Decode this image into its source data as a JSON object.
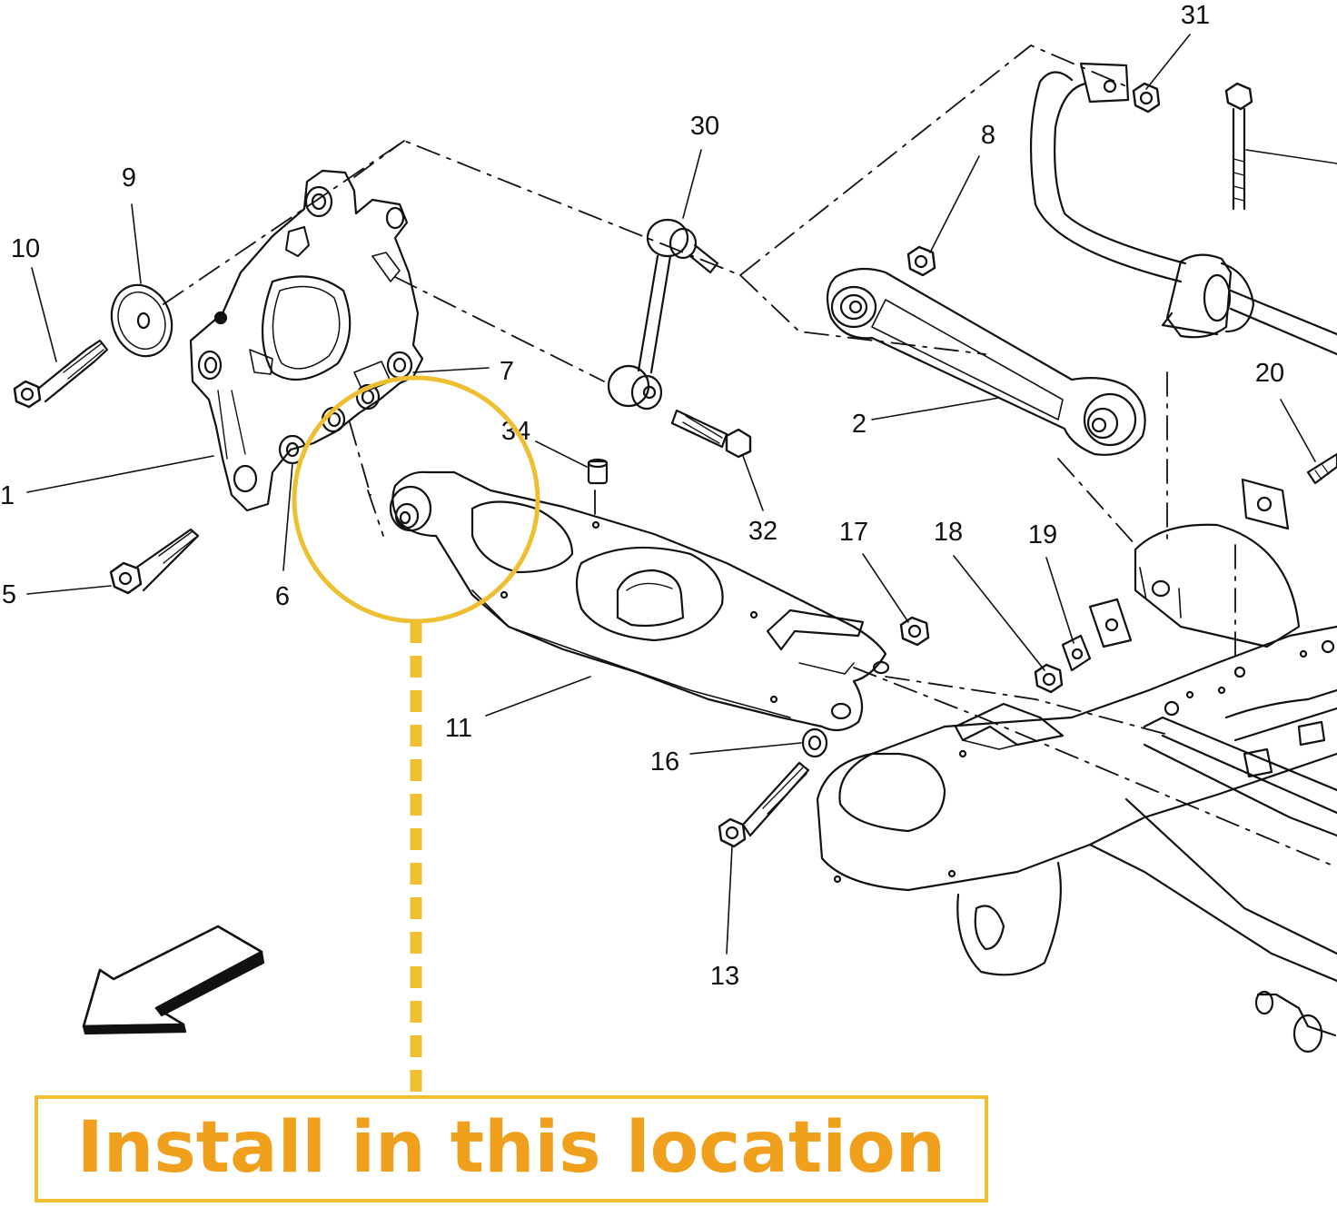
{
  "diagram": {
    "part_numbers": [
      "1",
      "2",
      "5",
      "6",
      "7",
      "8",
      "9",
      "10",
      "11",
      "13",
      "16",
      "17",
      "18",
      "19",
      "20",
      "30",
      "31",
      "32",
      "34"
    ],
    "callout": {
      "text": "Install in this location",
      "color": "#f0a01c",
      "highlight_color": "#efbf32"
    },
    "line_color": "#111111"
  }
}
